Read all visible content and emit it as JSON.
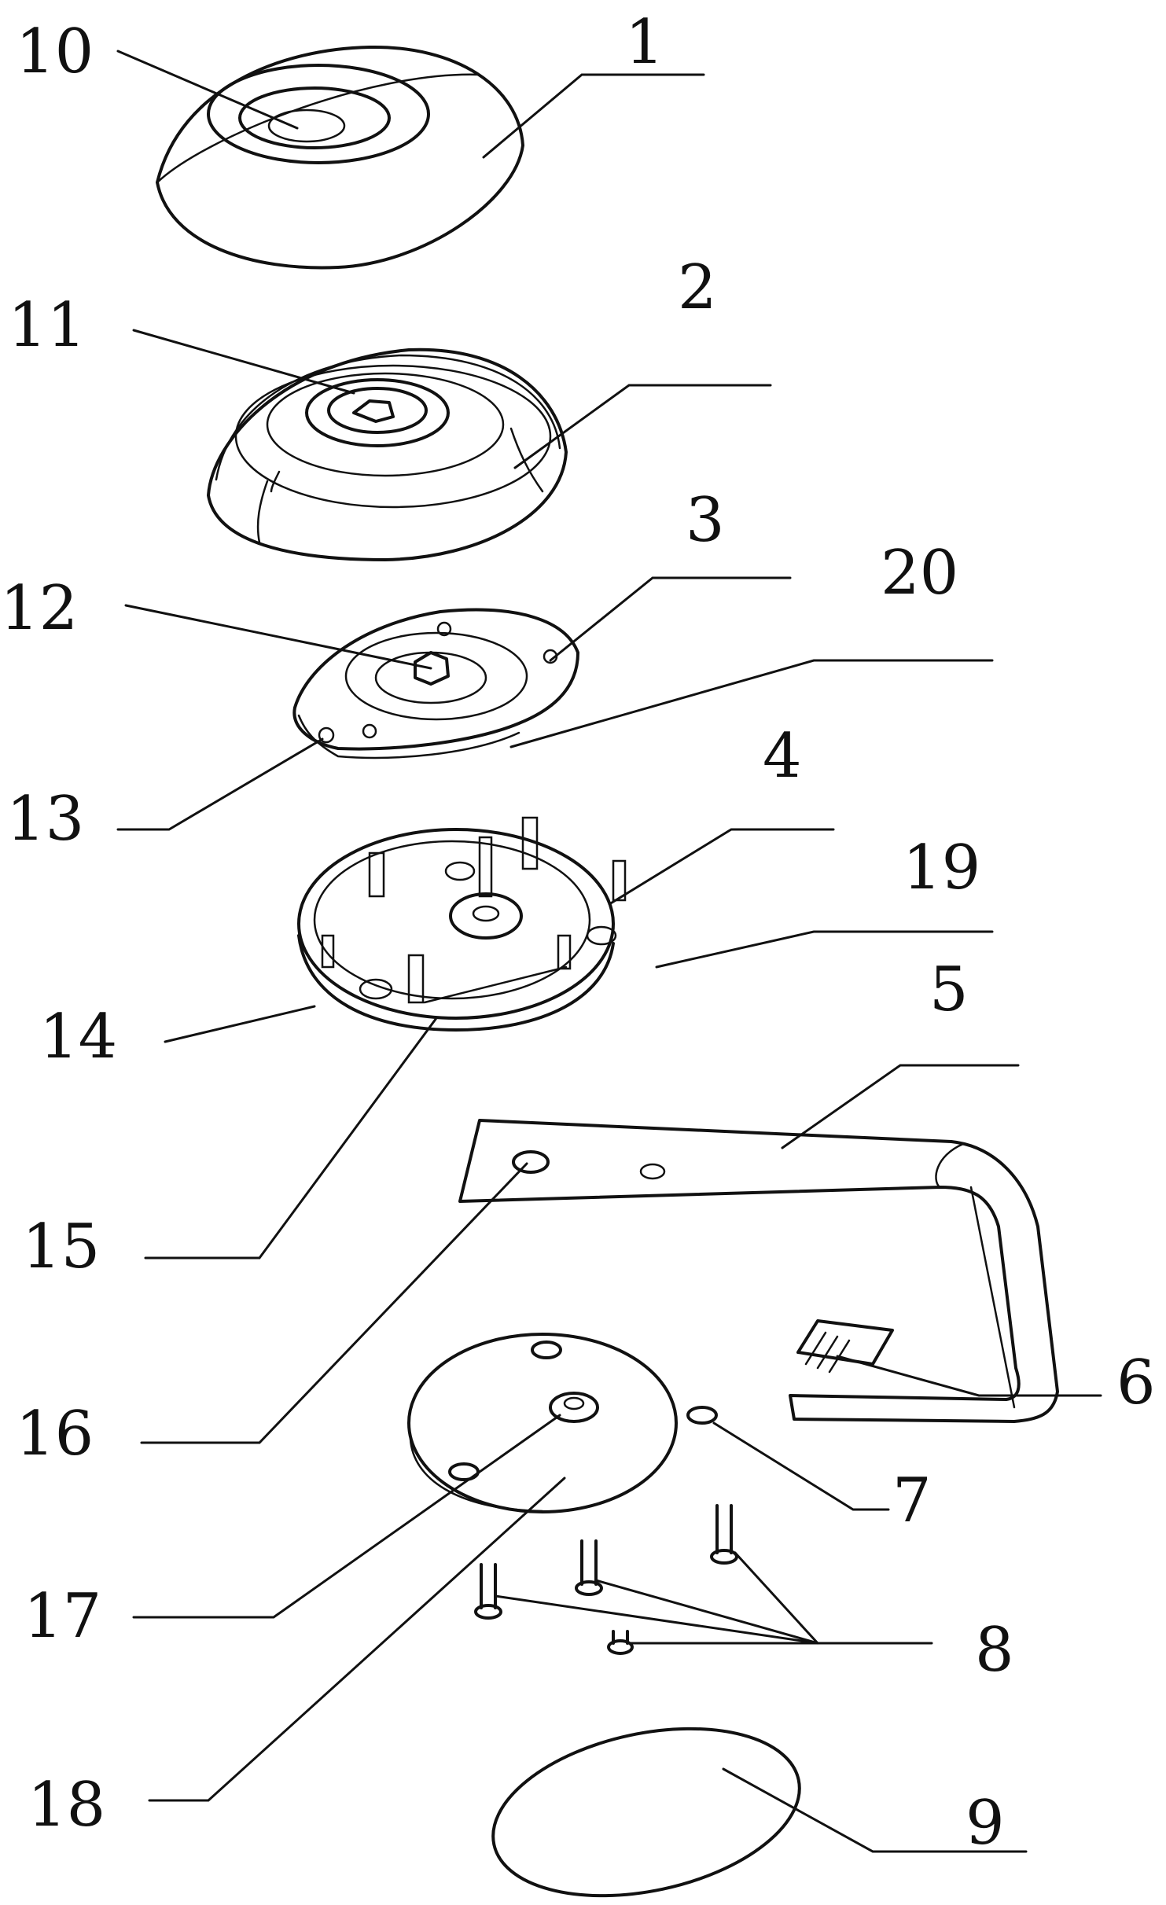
{
  "labels": {
    "l1": "1",
    "l2": "2",
    "l3": "3",
    "l4": "4",
    "l5": "5",
    "l6": "6",
    "l7": "7",
    "l8": "8",
    "l9": "9",
    "l10": "10",
    "l11": "11",
    "l12": "12",
    "l13": "13",
    "l14": "14",
    "l15": "15",
    "l16": "16",
    "l17": "17",
    "l18": "18",
    "l19": "19",
    "l20": "20"
  },
  "colors": {
    "line": "#111111",
    "background": "#ffffff"
  }
}
